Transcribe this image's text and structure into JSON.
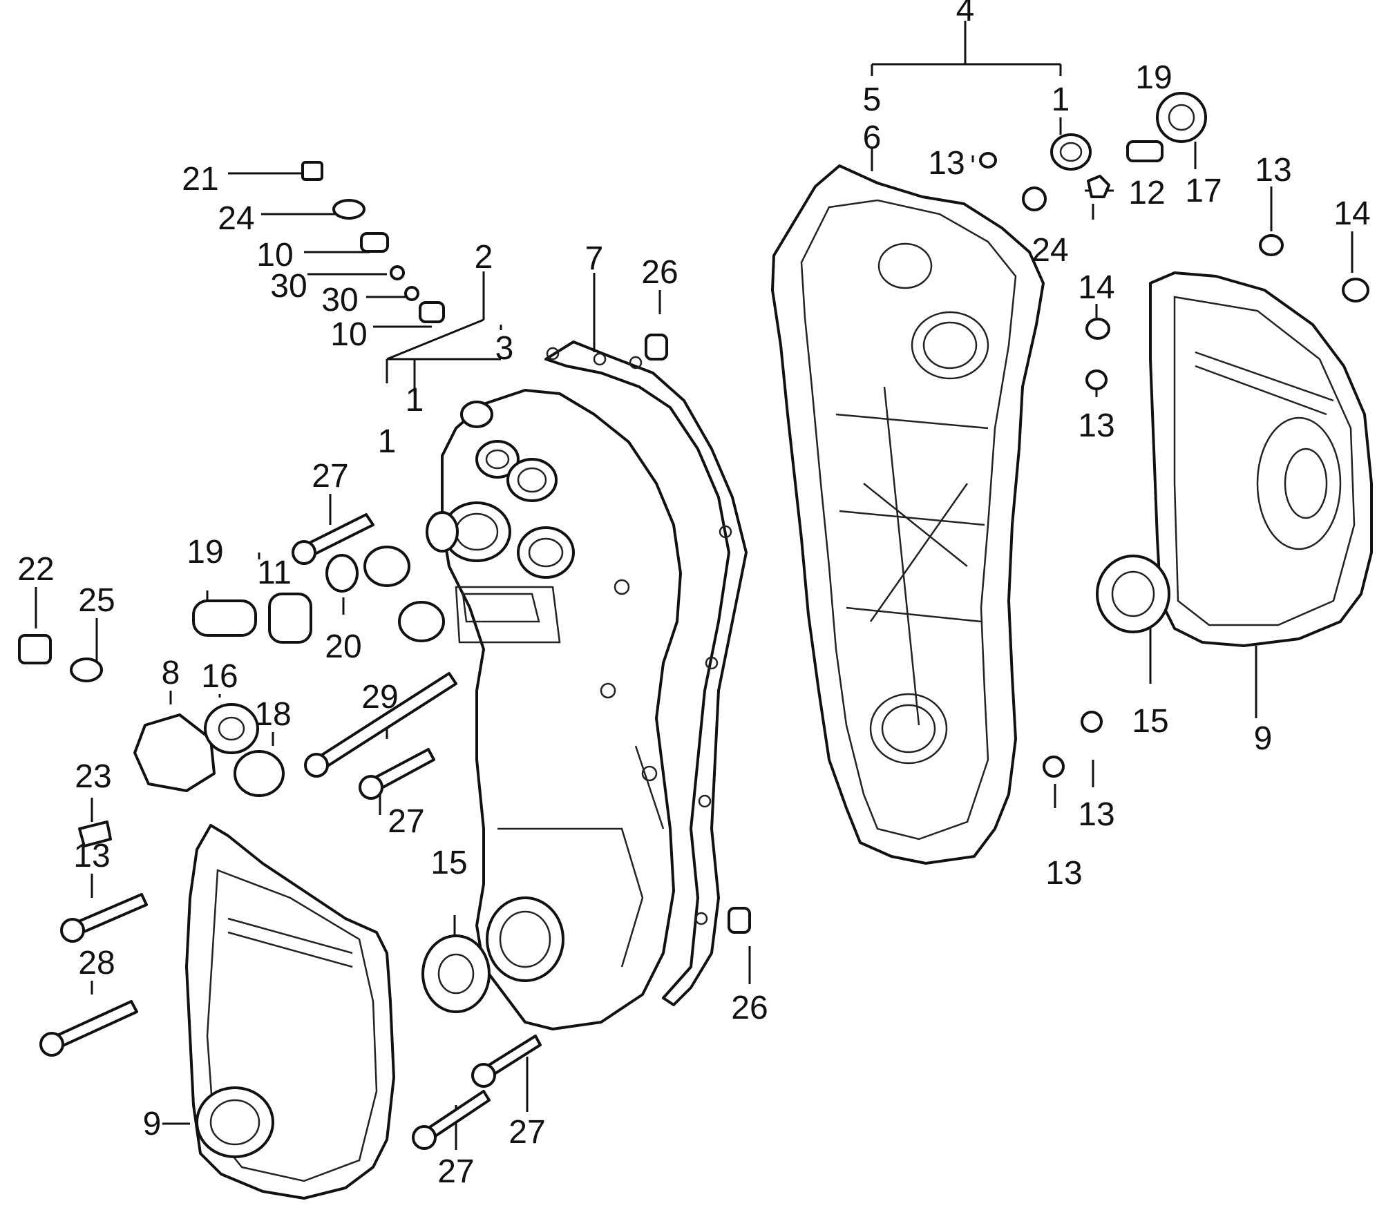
{
  "callouts": [
    {
      "id": "c4",
      "text": "4"
    },
    {
      "id": "c5",
      "text": "5"
    },
    {
      "id": "c1a",
      "text": "1"
    },
    {
      "id": "c6",
      "text": "6"
    },
    {
      "id": "c19a",
      "text": "19"
    },
    {
      "id": "c13a",
      "text": "13"
    },
    {
      "id": "c12",
      "text": "12"
    },
    {
      "id": "c17",
      "text": "17"
    },
    {
      "id": "c13b",
      "text": "13"
    },
    {
      "id": "c14a",
      "text": "14"
    },
    {
      "id": "c24a",
      "text": "24"
    },
    {
      "id": "c14b",
      "text": "14"
    },
    {
      "id": "c13c",
      "text": "13"
    },
    {
      "id": "c21",
      "text": "21"
    },
    {
      "id": "c24b",
      "text": "24"
    },
    {
      "id": "c10a",
      "text": "10"
    },
    {
      "id": "c30a",
      "text": "30"
    },
    {
      "id": "c30b",
      "text": "30"
    },
    {
      "id": "c10b",
      "text": "10"
    },
    {
      "id": "c2",
      "text": "2"
    },
    {
      "id": "c3",
      "text": "3"
    },
    {
      "id": "c7",
      "text": "7"
    },
    {
      "id": "c26a",
      "text": "26"
    },
    {
      "id": "c1b",
      "text": "1"
    },
    {
      "id": "c1c",
      "text": "1"
    },
    {
      "id": "c27a",
      "text": "27"
    },
    {
      "id": "c22",
      "text": "22"
    },
    {
      "id": "c19b",
      "text": "19"
    },
    {
      "id": "c11",
      "text": "11"
    },
    {
      "id": "c25",
      "text": "25"
    },
    {
      "id": "c20",
      "text": "20"
    },
    {
      "id": "c8",
      "text": "8"
    },
    {
      "id": "c16",
      "text": "16"
    },
    {
      "id": "c18",
      "text": "18"
    },
    {
      "id": "c29",
      "text": "29"
    },
    {
      "id": "c15a",
      "text": "15"
    },
    {
      "id": "c9a",
      "text": "9"
    },
    {
      "id": "c13d",
      "text": "13"
    },
    {
      "id": "c13e",
      "text": "13"
    },
    {
      "id": "c23",
      "text": "23"
    },
    {
      "id": "c27b",
      "text": "27"
    },
    {
      "id": "c13f",
      "text": "13"
    },
    {
      "id": "c27c",
      "text": "27"
    },
    {
      "id": "c15b",
      "text": "15"
    },
    {
      "id": "c28",
      "text": "28"
    },
    {
      "id": "c26b",
      "text": "26"
    },
    {
      "id": "c9b",
      "text": "9"
    },
    {
      "id": "c27d",
      "text": "27"
    },
    {
      "id": "c27e",
      "text": "27"
    }
  ]
}
